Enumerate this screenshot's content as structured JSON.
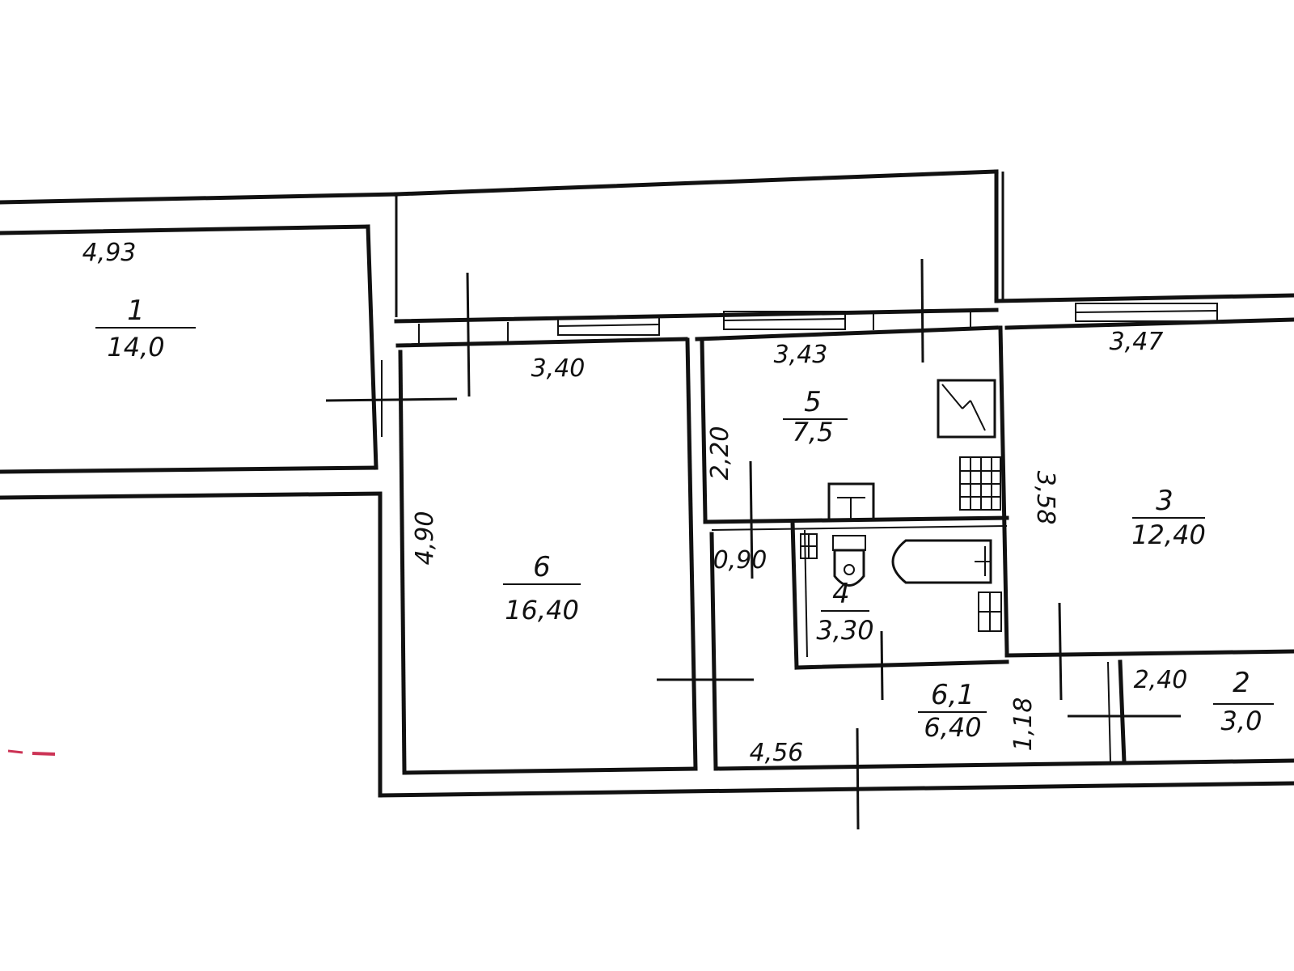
{
  "rooms": [
    {
      "number": "1",
      "area": "14,0"
    },
    {
      "number": "6",
      "area": "16,40"
    },
    {
      "number": "5",
      "area": "7,5"
    },
    {
      "number": "4",
      "area": "3,30"
    },
    {
      "number": "6,1",
      "area": "6,40"
    },
    {
      "number": "3",
      "area": "12,40"
    },
    {
      "number": "2",
      "area": "3,0"
    }
  ],
  "dimensions": {
    "room1_length": "4,93",
    "room6_width": "3,40",
    "room6_length": "4,90",
    "room5_width": "3,43",
    "room5_length": "2,20",
    "room3_width": "3,47",
    "room3_length": "3,58",
    "corridor_width": "0,90",
    "corridor_length": "4,56",
    "hall_depth": "1,18",
    "room2_length": "2,40"
  },
  "colors": {
    "ink": "#111111",
    "paper": "#ffffff",
    "stamp": "#cc3355"
  }
}
